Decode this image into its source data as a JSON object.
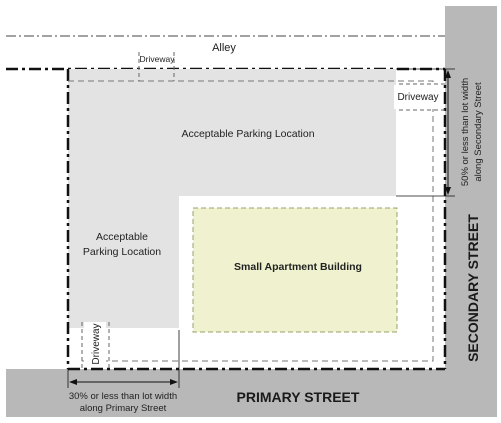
{
  "labels": {
    "alley": "Alley",
    "driveway_top": "Driveway",
    "driveway_right": "Driveway",
    "driveway_bottom": "Driveway",
    "parking_main": "Acceptable Parking Location",
    "parking_left_line1": "Acceptable",
    "parking_left_line2": "Parking Location",
    "building": "Small Apartment Building",
    "dim_right_line1": "50% or less than lot width",
    "dim_right_line2": "along Secondary Street",
    "dim_bottom_line1": "30% or less than lot width",
    "dim_bottom_line2": "along Primary Street",
    "secondary_street": "SECONDARY STREET",
    "primary_street": "PRIMARY STREET"
  },
  "colors": {
    "street": "#b8b8b8",
    "parking": "#e4e3e4",
    "building_fill": "#f0f2cf",
    "building_border": "#9aa06a",
    "line": "#111111"
  }
}
